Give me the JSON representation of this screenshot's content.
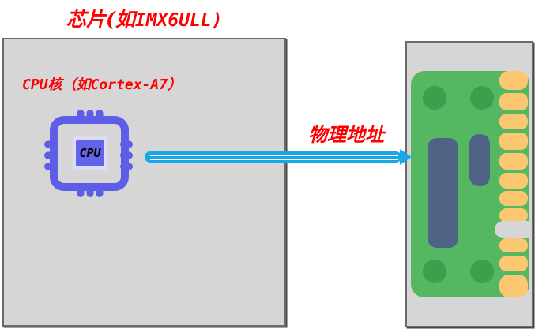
{
  "title": {
    "prefix_cjk": "芯片(如",
    "chip_name_latin": "IMX6ULL)"
  },
  "chip_panel": {
    "core_label": "CPU核（如Cortex-A7）",
    "cpu_chip_text": "CPU"
  },
  "bus": {
    "label": "物理地址",
    "direction": "left-to-right-arrow"
  },
  "icons": {
    "cpu": "cpu-chip-icon",
    "memory": "memory-module-icon",
    "bus": "physical-address-bus-arrow-icon"
  },
  "colors": {
    "text_red": "#FF0000",
    "panel_fill": "#D6D6D6",
    "panel_border": "#6A6A6A",
    "cpu_purple": "#5D5DE8",
    "cpu_pad_lavender": "#DCDCF6",
    "cpu_core_fill": "#6363E8",
    "bus_cyan": "#18A8E8",
    "pcb_green": "#55B761",
    "pcb_hole_green": "#3AA04E",
    "ram_chip_slate": "#4F6384",
    "gold_finger_orange": "#FBC770"
  }
}
